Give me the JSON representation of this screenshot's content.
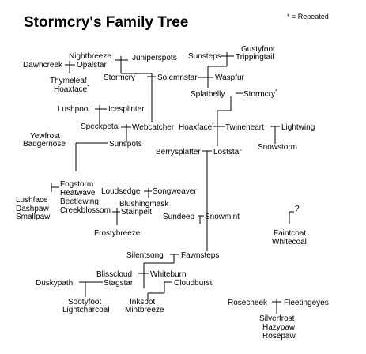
{
  "title": "Stormcry's Family Tree",
  "legend": "* = Repeated",
  "repeat_marker": "*",
  "names": {
    "gustyfoot": "Gustyfoot",
    "trippingtail": "Trippingtail",
    "sunsteps": "Sunsteps",
    "nightbreeze": "Nightbreeze",
    "juniperspots": "Juniperspots",
    "dawncreek": "Dawncreek",
    "opalstar": "Opalstar",
    "thymeleaf": "Thymeleaf",
    "hoaxface_1": "Hoaxface",
    "stormcry_1": "Stormcry",
    "solemnstar": "Solemnstar",
    "waspfur": "Waspfur",
    "splatbelly": "Splatbelly",
    "stormcry_2": "Stormcry",
    "lushpool": "Lushpool",
    "icesplinter": "Icesplinter",
    "speckpetal": "Speckpetal",
    "webcatcher": "Webcatcher",
    "hoaxface_2": "Hoaxface",
    "twineheart": "Twineheart",
    "lightwing": "Lightwing",
    "yewfrost": "Yewfrost",
    "badgernose": "Badgernose",
    "sunspots": "Sunspots",
    "snowstorm": "Snowstorm",
    "berrysplatter": "Berrysplatter",
    "loststar": "Loststar",
    "fogstorm": "Fogstorm",
    "heatwave": "Heatwave",
    "beetlewing": "Beetlewing",
    "creekblossom": "Creekblossom",
    "lushface": "Lushface",
    "dashpaw": "Dashpaw",
    "smallpaw": "Smallpaw",
    "loudsedge": "Loudsedge",
    "songweaver": "Songweaver",
    "blushingmask": "Blushingmask",
    "stainpelt": "Stainpelt",
    "sundeep": "Sundeep",
    "snowmint": "Snowmint",
    "question": "?",
    "frostybreeze": "Frostybreeze",
    "faintcoat": "Faintcoat",
    "whitecoal": "Whitecoal",
    "silentsong": "Silentsong",
    "fawnsteps": "Fawnsteps",
    "blisscloud": "Blisscloud",
    "whiteburn": "Whiteburn",
    "duskypath": "Duskypath",
    "stagstar": "Stagstar",
    "cloudburst": "Cloudburst",
    "sootyfoot": "Sootyfoot",
    "lightcharcoal": "Lightcharcoal",
    "inkspot": "Inkspot",
    "mintbreeze": "Mintbreeze",
    "rosecheek": "Rosecheek",
    "fleetingeyes": "Fleetingeyes",
    "silverfrost": "Silverfrost",
    "hazypaw": "Hazypaw",
    "rosepaw": "Rosepaw"
  }
}
